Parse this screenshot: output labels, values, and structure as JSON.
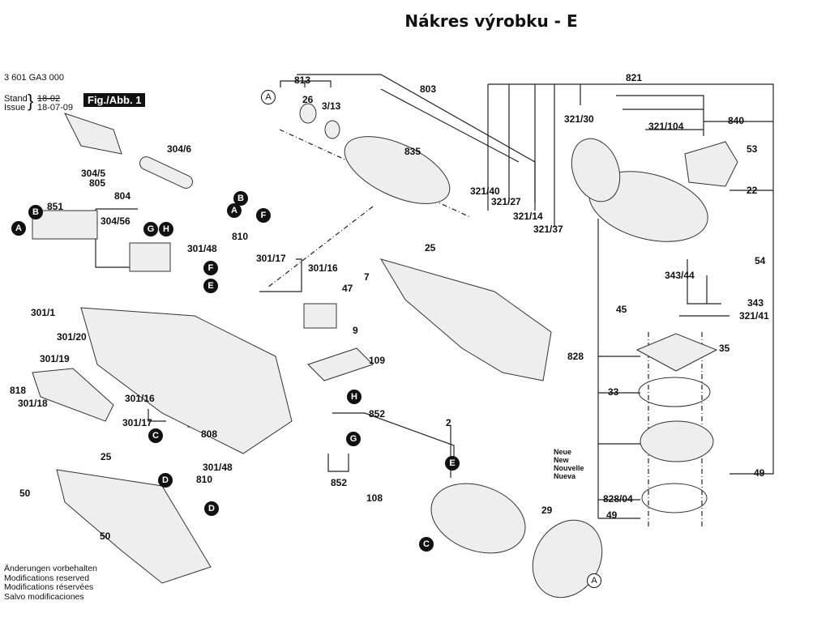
{
  "page_title": "Nákres výrobku - E",
  "document": {
    "part_number": "3 601 GA3 000",
    "stand_label": "Stand",
    "issue_label": "Issue",
    "old_date": "18-02",
    "issue_date": "18-07-09",
    "figure_label": "Fig./Abb. 1"
  },
  "footer_notes": [
    "Änderungen vorbehalten",
    "Modifications reserved",
    "Modifications réservées",
    "Salvo modificaciones"
  ],
  "new_version_note": [
    "Neue",
    "New",
    "Nouvelle",
    "Nueva"
  ],
  "part_labels": [
    "813",
    "26",
    "3/13",
    "803",
    "835",
    "821",
    "321/30",
    "840",
    "321/104",
    "53",
    "22",
    "321/40",
    "321/27",
    "321/14",
    "321/37",
    "54",
    "343/44",
    "343",
    "45",
    "321/41",
    "828",
    "35",
    "33",
    "49",
    "828/04",
    "49",
    "304/6",
    "304/5",
    "805",
    "804",
    "851",
    "304/56",
    "301/48",
    "810",
    "301/17",
    "301/16",
    "301/1",
    "301/20",
    "301/19",
    "818",
    "301/18",
    "25",
    "47",
    "7",
    "9",
    "109",
    "301/16",
    "301/17",
    "808",
    "301/48",
    "810",
    "25",
    "50",
    "50",
    "852",
    "2",
    "852",
    "108",
    "29"
  ],
  "connector_markers": [
    {
      "letter": "A",
      "style": "open"
    },
    {
      "letter": "B",
      "style": "filled"
    },
    {
      "letter": "A",
      "style": "filled"
    },
    {
      "letter": "B",
      "style": "filled"
    },
    {
      "letter": "A",
      "style": "filled"
    },
    {
      "letter": "G",
      "style": "filled"
    },
    {
      "letter": "H",
      "style": "filled"
    },
    {
      "letter": "F",
      "style": "filled"
    },
    {
      "letter": "F",
      "style": "filled"
    },
    {
      "letter": "E",
      "style": "filled"
    },
    {
      "letter": "C",
      "style": "filled"
    },
    {
      "letter": "D",
      "style": "filled"
    },
    {
      "letter": "D",
      "style": "filled"
    },
    {
      "letter": "H",
      "style": "filled"
    },
    {
      "letter": "G",
      "style": "filled"
    },
    {
      "letter": "E",
      "style": "filled"
    },
    {
      "letter": "C",
      "style": "filled"
    },
    {
      "letter": "A",
      "style": "open"
    }
  ]
}
